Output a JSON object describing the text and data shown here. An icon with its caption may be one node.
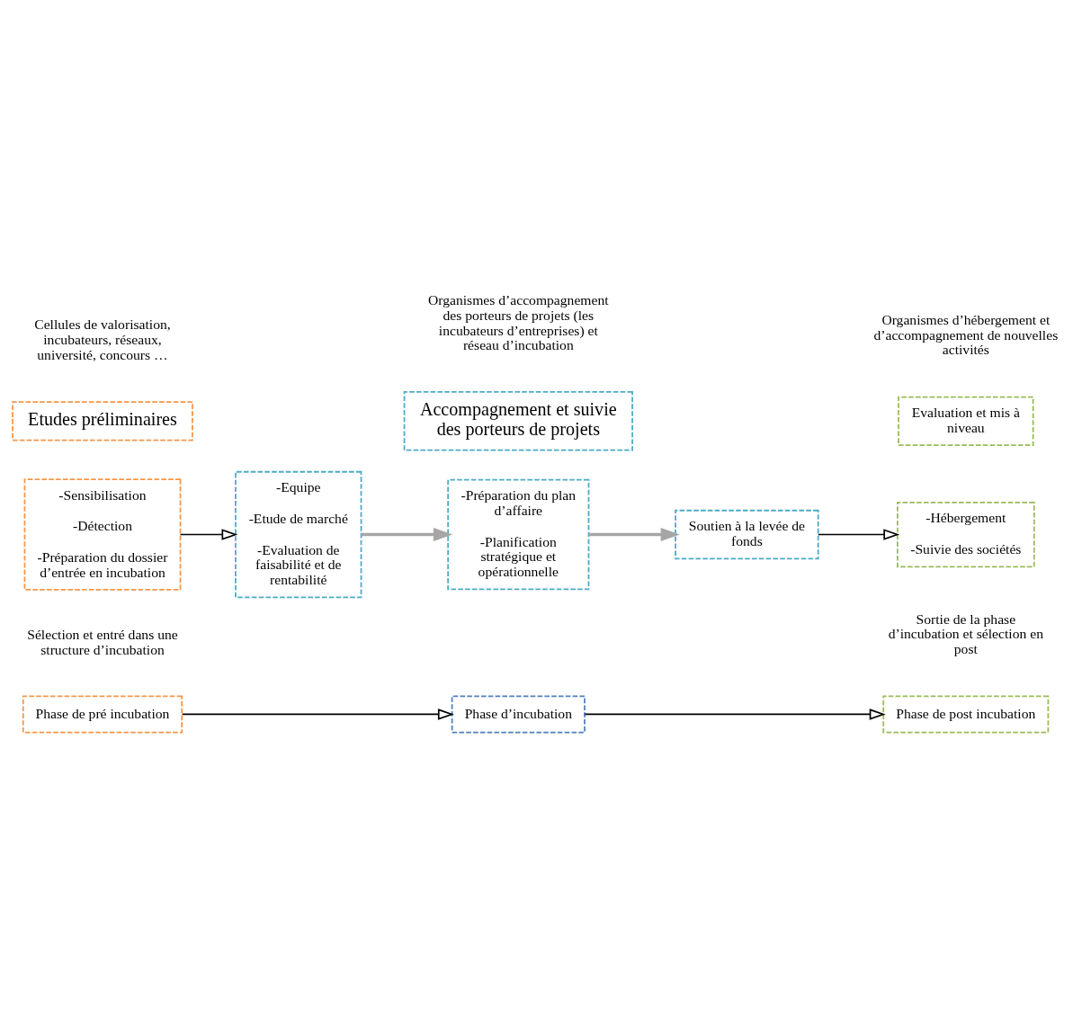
{
  "diagram": {
    "nodes": [
      {
        "text": [
          "Phase de pré incubation"
        ]
      },
      {
        "text": [
          "Phase d’incubation"
        ]
      },
      {
        "text": [
          "Phase de post incubation"
        ]
      },
      {
        "text": [
          "-Sensibilisation",
          "-Détection",
          "-Préparation du dossier d’entrée en incubation"
        ]
      },
      {
        "text": [
          "-Equipe",
          "-Etude de marché",
          "-Evaluation de faisabilité et de rentabilité"
        ]
      },
      {
        "text": [
          "-Préparation du plan d’affaire",
          "-Planification stratégique et opérationnelle"
        ]
      },
      {
        "text": [
          "Soutien à la levée de fonds"
        ]
      },
      {
        "text": [
          "-Hébergement",
          "-Suivie des sociétés"
        ]
      },
      {
        "text": [
          "Etudes préliminaires"
        ]
      },
      {
        "text": [
          "Accompagnement et suivie des porteurs de projets"
        ]
      },
      {
        "text": [
          "Evaluation et mis à niveau"
        ]
      }
    ],
    "edges": [
      {
        "from": 0,
        "to": 1,
        "arrow": "to"
      },
      {
        "from": 1,
        "to": 2,
        "arrow": "to"
      },
      {
        "from": 4,
        "to": 5,
        "arrow": "to",
        "color": "#a6a6a6"
      },
      {
        "from": 3,
        "to": 4,
        "arrow": "to"
      },
      {
        "from": 5,
        "to": 6,
        "arrow": "to",
        "color": "#a6a6a6"
      },
      {
        "from": 6,
        "to": 7,
        "arrow": "to"
      }
    ],
    "labels": [
      "Sélection et entré dans une structure d’incubation",
      "Sortie de la phase d’incubation et sélection en post",
      "Cellules de valorisation, incubateurs, réseaux, université, concours …",
      "Organismes d’accompagnement des porteurs de projets (les incubateurs d’entreprises) et réseau d’incubation",
      "Organismes d’hébergement et d’accompagnement de nouvelles activités"
    ]
  }
}
